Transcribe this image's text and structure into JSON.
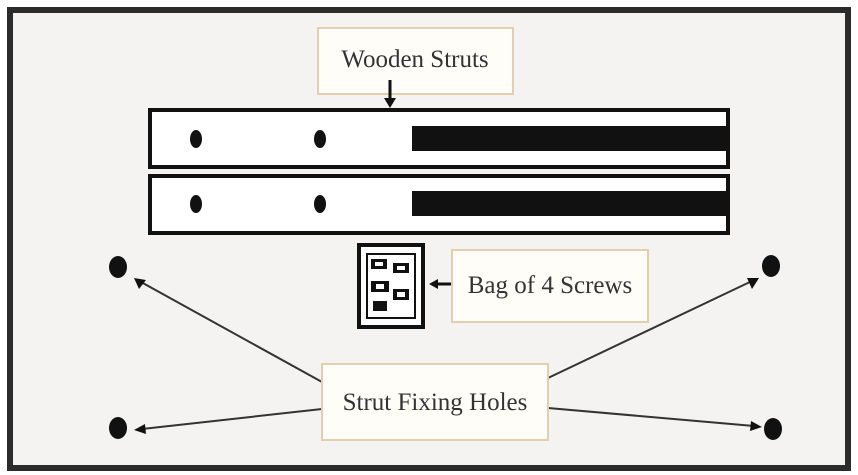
{
  "labels": {
    "wooden_struts": "Wooden Struts",
    "bag_of_screws": "Bag of 4 Screws",
    "strut_fixing_holes": "Strut Fixing Holes"
  },
  "colors": {
    "background": "#f4f3f1",
    "frame": "#2b2b2b",
    "label_box_border": "#e3cfad",
    "label_box_fill": "#fffdf8",
    "ink": "#111111",
    "text": "#333333"
  },
  "parts": {
    "strut_count": 2,
    "holes_per_strut": 2,
    "screws_in_bag": 4,
    "fixing_hole_count": 4
  }
}
